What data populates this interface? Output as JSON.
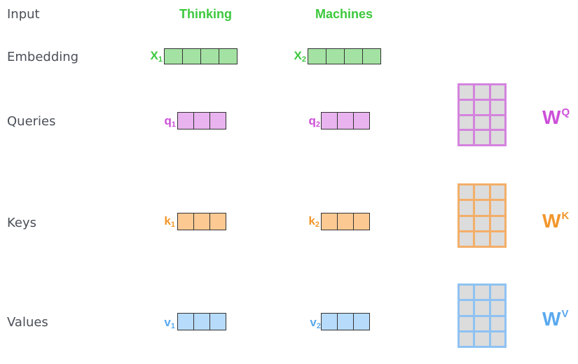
{
  "rows": {
    "input": "Input",
    "embedding": "Embedding",
    "queries": "Queries",
    "keys": "Keys",
    "values": "Values"
  },
  "words": [
    "Thinking",
    "Machines"
  ],
  "vectors": {
    "x1": {
      "base": "X",
      "sub": "1"
    },
    "x2": {
      "base": "X",
      "sub": "2"
    },
    "q1": {
      "base": "q",
      "sub": "1"
    },
    "q2": {
      "base": "q",
      "sub": "2"
    },
    "k1": {
      "base": "k",
      "sub": "1"
    },
    "k2": {
      "base": "k",
      "sub": "2"
    },
    "v1": {
      "base": "v",
      "sub": "1"
    },
    "v2": {
      "base": "v",
      "sub": "2"
    }
  },
  "weights": {
    "wq": {
      "base": "W",
      "sup": "Q"
    },
    "wk": {
      "base": "W",
      "sup": "K"
    },
    "wv": {
      "base": "W",
      "sup": "V"
    }
  },
  "colors": {
    "green_text": "#3cc83c",
    "green_fill": "#a3e2a3",
    "purple_text": "#cc4fd9",
    "purple_fill": "#e8b3ee",
    "purple_border": "#d483de",
    "orange_text": "#f2962a",
    "orange_fill": "#fcc993",
    "orange_border": "#f3ae69",
    "blue_text": "#5aa9ef",
    "blue_fill": "#b7dbfa",
    "blue_border": "#8ec2f3"
  }
}
